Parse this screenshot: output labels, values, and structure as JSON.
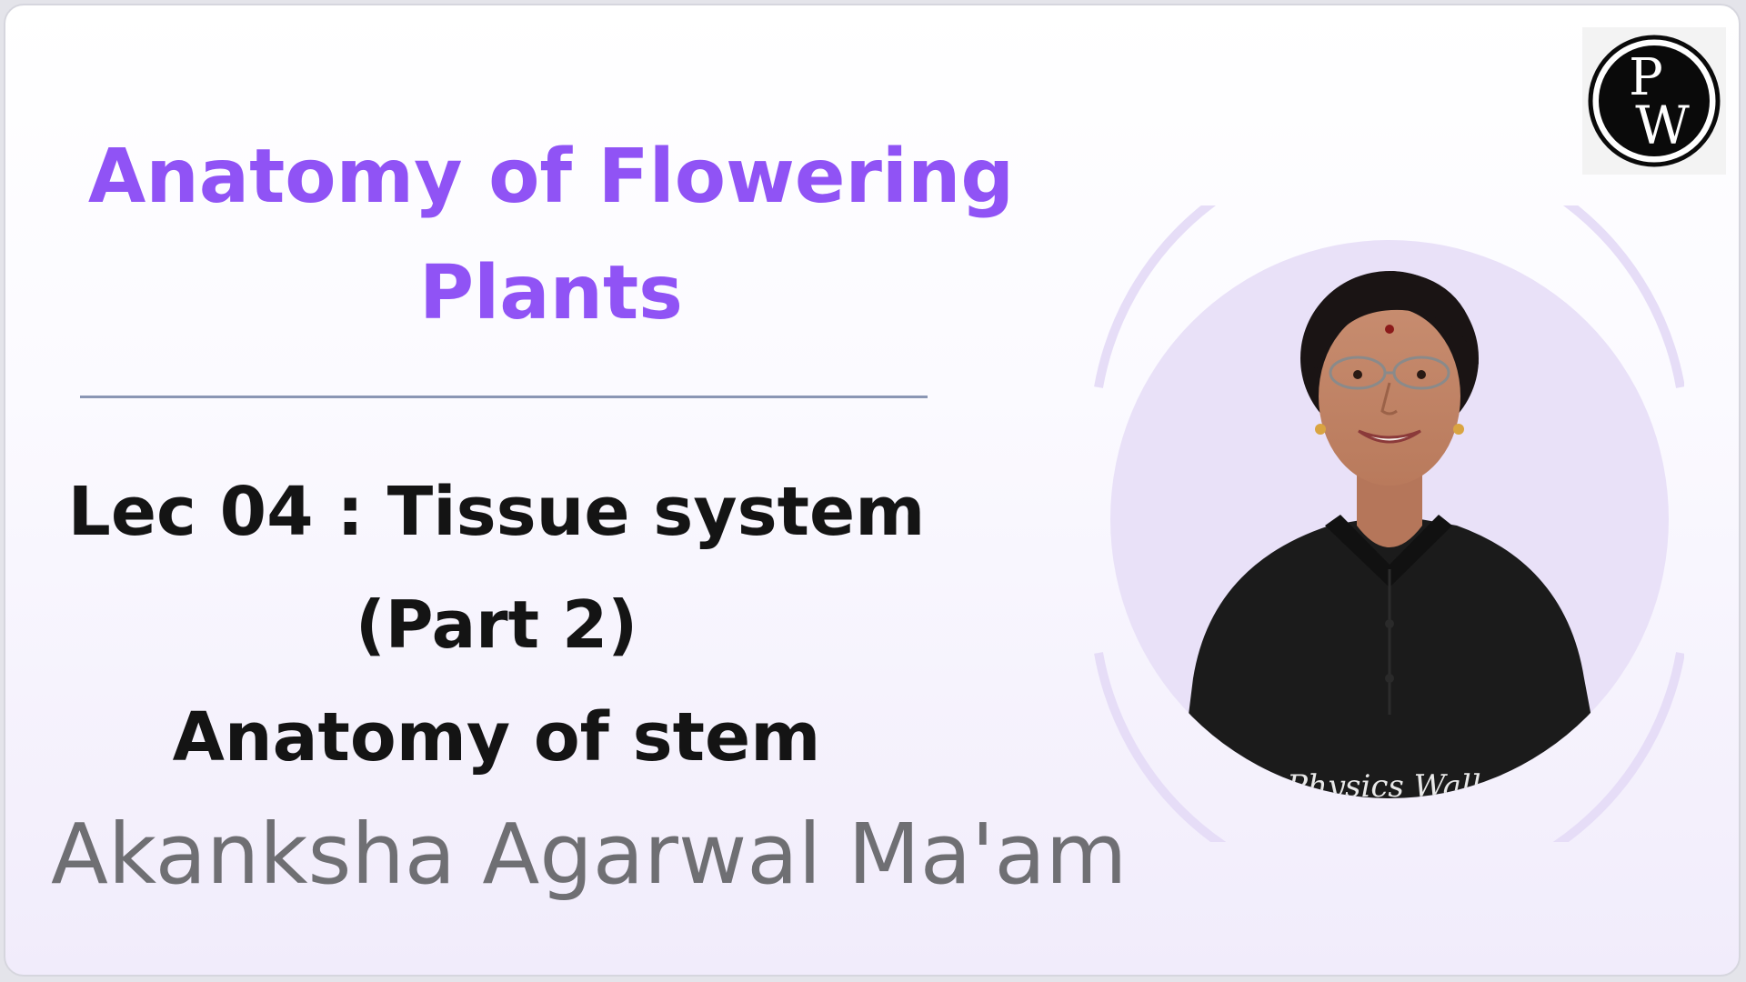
{
  "course": {
    "title_line1": "Anatomy of Flowering",
    "title_line2": "Plants"
  },
  "lecture": {
    "line1": "Lec 04 : Tissue system",
    "line2": "(Part 2)",
    "line3": "Anatomy of stem"
  },
  "instructor": {
    "name": "Akanksha Agarwal Ma'am",
    "shirt_text": "Physics Walla"
  },
  "logo": {
    "letter_top": "P",
    "letter_bottom": "W",
    "icon": "physics-wallah-logo"
  },
  "colors": {
    "title": "#9053f5",
    "accent_ring": "#e4dcf5",
    "text_dark": "#141414",
    "text_gray": "#6f6f73"
  }
}
